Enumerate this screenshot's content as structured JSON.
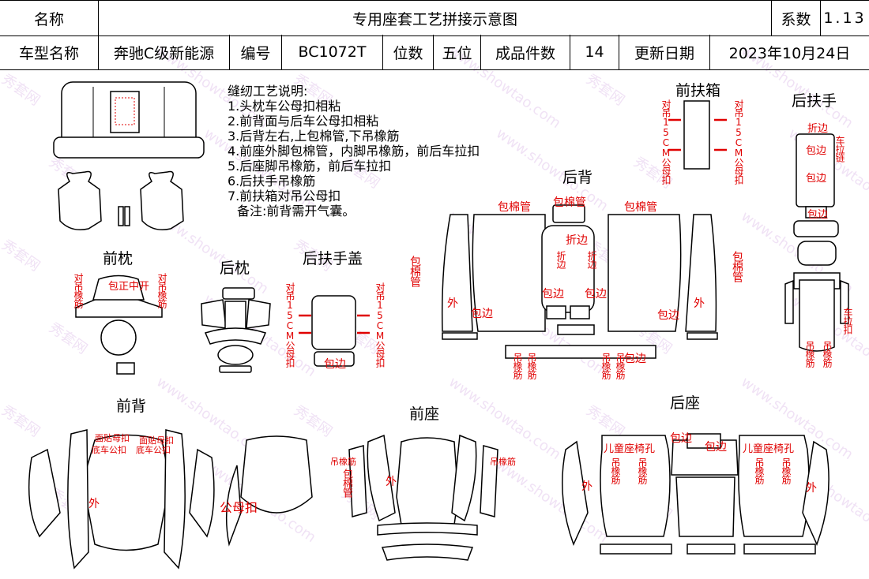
{
  "header": {
    "name_label": "名称",
    "title": "专用座套工艺拼接示意图",
    "coef_label": "系数",
    "coef_value": "1.13",
    "model_label": "车型名称",
    "model_value": "奔驰C级新能源",
    "code_label": "编号",
    "code_value": "BC1072T",
    "seats_label": "位数",
    "seats_value": "五位",
    "pieces_label": "成品件数",
    "pieces_value": "14",
    "date_label": "更新日期",
    "date_value": "2023年10月24日"
  },
  "notes": {
    "heading": "缝纫工艺说明:",
    "lines": [
      "1.头枕车公母扣相粘",
      "2.前背面与后车公母扣相粘",
      "3.后背左右,上包棉管,下吊橡筋",
      "4.前座外脚包棉管，内脚吊橡筋，前后车拉扣",
      "5.后座脚吊橡筋，前后车拉扣",
      "6.后扶手吊橡筋",
      "7.前扶箱对吊公母扣"
    ],
    "remark": "备注:前背需开气囊。"
  },
  "sections": {
    "front_pillow": "前枕",
    "rear_pillow": "后枕",
    "rear_armrest_cover": "后扶手盖",
    "rear_back": "后背",
    "front_armbox": "前扶箱",
    "rear_armrest": "后扶手",
    "front_back": "前背",
    "front_seat": "前座",
    "rear_seat": "后座"
  },
  "labels": {
    "dui_diao_xiangjin": "对吊橡筋",
    "baozheng_kai": "包正中开",
    "bao_bian": "包边",
    "dui_diao_15cm": "对吊15CM公母扣",
    "bao_mianguan": "包棉管",
    "zhe_bian": "折边",
    "wai": "外",
    "diao_xiangjin": "吊橡筋",
    "che_lalian": "车拉链",
    "che_lakou": "车拉扣",
    "mian_tie_mukou": "面贴母扣",
    "di_che_gongkou": "底车公扣",
    "gong_mu_kou": "公母扣",
    "child_seat_hole": "儿童座椅孔"
  },
  "watermark": {
    "cn": "秀套网",
    "en": "www.showtao.com"
  }
}
